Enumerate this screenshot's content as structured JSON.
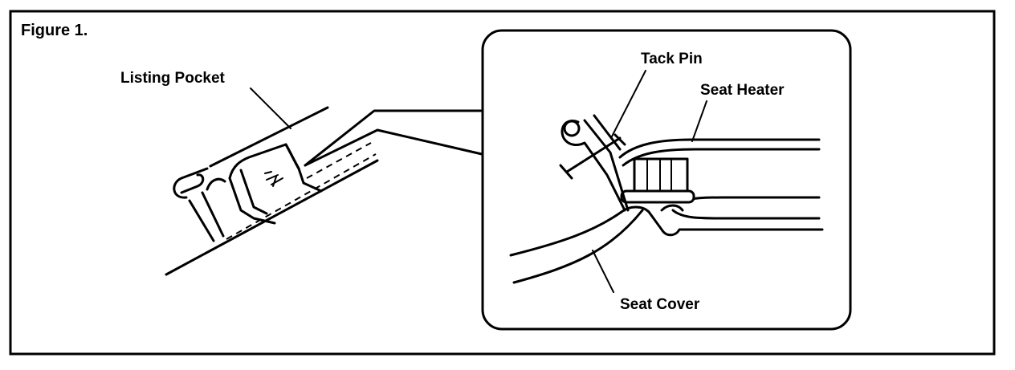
{
  "figure": {
    "title": "Figure 1.",
    "labels": {
      "listing_pocket": "Listing Pocket",
      "tack_pin": "Tack Pin",
      "seat_heater": "Seat Heater",
      "seat_cover": "Seat Cover"
    }
  }
}
